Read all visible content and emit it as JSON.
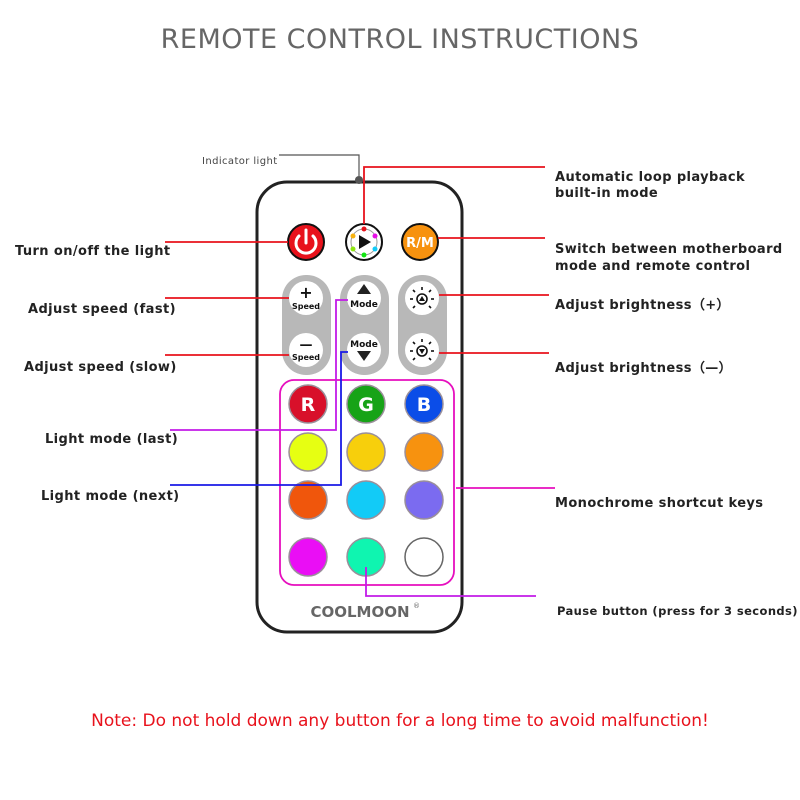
{
  "title": "REMOTE CONTROL INSTRUCTIONS",
  "brand": "COOLMOON",
  "brand_mark": "®",
  "note": "Note: Do not hold down any button for a long time to avoid malfunction!",
  "colors": {
    "red_line": "#e8121c",
    "magenta_line": "#e60fbe",
    "purple_line": "#c21be8",
    "blue_line": "#1a1ae6",
    "note_text": "#e8121c"
  },
  "labels": {
    "indicator": "Indicator light",
    "power": "Turn on/off the light",
    "speed_fast": "Adjust speed (fast)",
    "speed_slow": "Adjust speed (slow)",
    "mode_last": "Light mode (last)",
    "mode_next": "Light mode (next)",
    "auto_loop_1": "Automatic loop playback",
    "auto_loop_2": "built-in mode",
    "switch_1": "Switch between motherboard",
    "switch_2": "mode and remote control",
    "bright_up": "Adjust brightness（+）",
    "bright_down": "Adjust brightness（—）",
    "mono": "Monochrome shortcut keys",
    "pause": "Pause button (press for 3 seconds)"
  },
  "buttons": {
    "rm": "R/M",
    "speed_plus_sym": "+",
    "speed_minus_sym": "—",
    "speed": "Speed",
    "mode": "Mode",
    "r": "R",
    "g": "G",
    "b": "B"
  },
  "color_keys": [
    {
      "name": "red",
      "color": "#d8102a",
      "label": "R"
    },
    {
      "name": "green",
      "color": "#17a317",
      "label": "G"
    },
    {
      "name": "blue",
      "color": "#0b4de8",
      "label": "B"
    },
    {
      "name": "yellow-green",
      "color": "#e6ff12"
    },
    {
      "name": "yellow",
      "color": "#f7cf0c"
    },
    {
      "name": "orange",
      "color": "#f7920f"
    },
    {
      "name": "red-orange",
      "color": "#f0560c"
    },
    {
      "name": "sky-blue",
      "color": "#12cbf7"
    },
    {
      "name": "violet",
      "color": "#7b6bf0"
    },
    {
      "name": "magenta",
      "color": "#ea0ef5"
    },
    {
      "name": "mint",
      "color": "#0ff5b0"
    },
    {
      "name": "white",
      "color": "#ffffff"
    }
  ]
}
